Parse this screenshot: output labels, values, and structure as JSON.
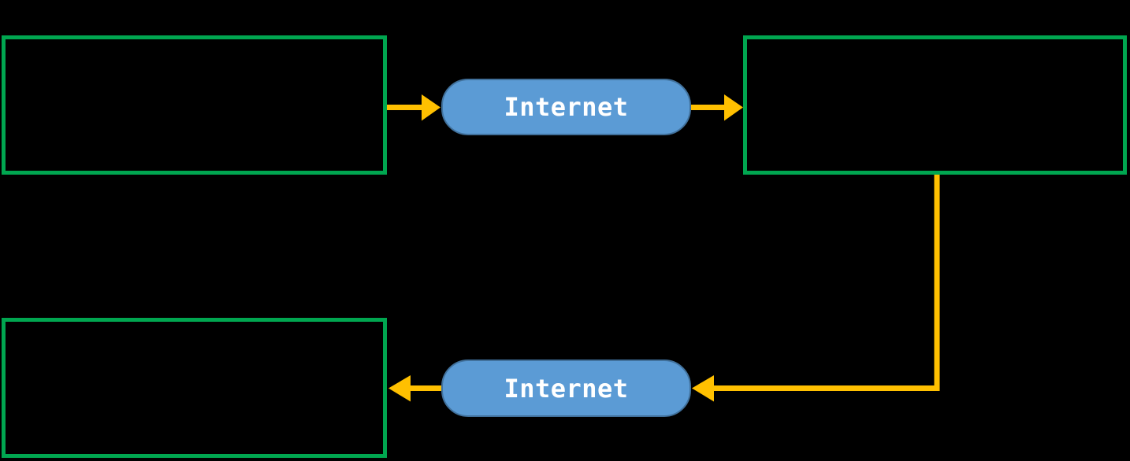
{
  "diagram": {
    "type": "flow-diagram",
    "background": "black",
    "nodes": {
      "box_top_left": {
        "shape": "rectangle",
        "border": "green",
        "label": ""
      },
      "box_top_right": {
        "shape": "rectangle",
        "border": "green",
        "label": ""
      },
      "box_bottom_left": {
        "shape": "rectangle",
        "border": "green",
        "label": ""
      },
      "internet_top": {
        "shape": "rounded-pill",
        "label": "Internet"
      },
      "internet_bottom": {
        "shape": "rounded-pill",
        "label": "Internet"
      }
    },
    "edges": [
      {
        "from": "box_top_left",
        "to": "internet_top",
        "direction": "right"
      },
      {
        "from": "internet_top",
        "to": "box_top_right",
        "direction": "right"
      },
      {
        "from": "box_top_right",
        "to": "internet_bottom",
        "direction": "down-then-left"
      },
      {
        "from": "internet_bottom",
        "to": "box_bottom_left",
        "direction": "left"
      }
    ]
  },
  "colors": {
    "background": "#000000",
    "box_border": "#00a650",
    "pill_fill": "#5b9bd5",
    "pill_border": "#41719c",
    "arrow": "#ffc000",
    "pill_text": "#ffffff"
  }
}
